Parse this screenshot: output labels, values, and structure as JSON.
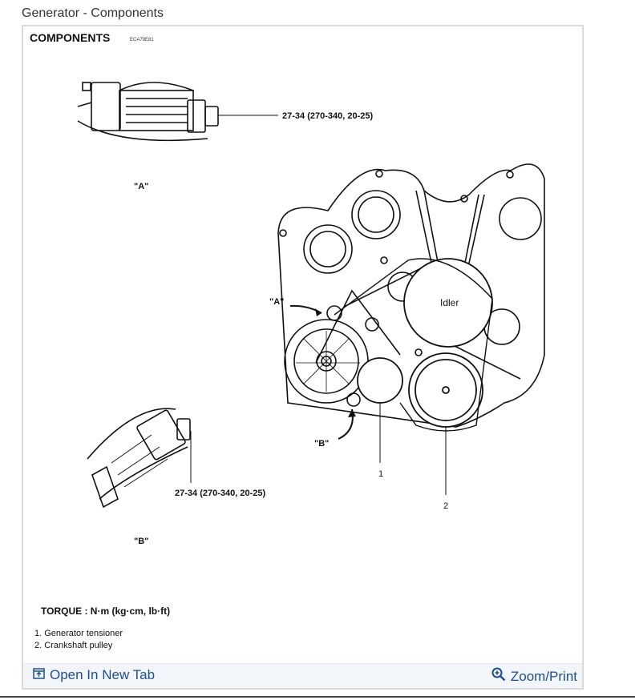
{
  "page": {
    "title": "Generator - Components"
  },
  "figure": {
    "heading": "COMPONENTS",
    "code": "ECA79E81",
    "torque_a": "27-34 (270-340, 20-25)",
    "torque_b": "27-34 (270-340, 20-25)",
    "label_a": "\"A\"",
    "label_b": "\"B\"",
    "callout_a": "\"A\"",
    "callout_b": "\"B\"",
    "idler": "Idler",
    "num_1": "1",
    "num_2": "2",
    "torque_units": "TORQUE : N·m (kg·cm, lb·ft)",
    "legend": [
      "1. Generator tensioner",
      "2. Crankshaft pulley"
    ]
  },
  "footer": {
    "open_tab_label": "Open In New Tab",
    "zoom_label": "Zoom/Print",
    "link_color": "#1f4e8c"
  }
}
